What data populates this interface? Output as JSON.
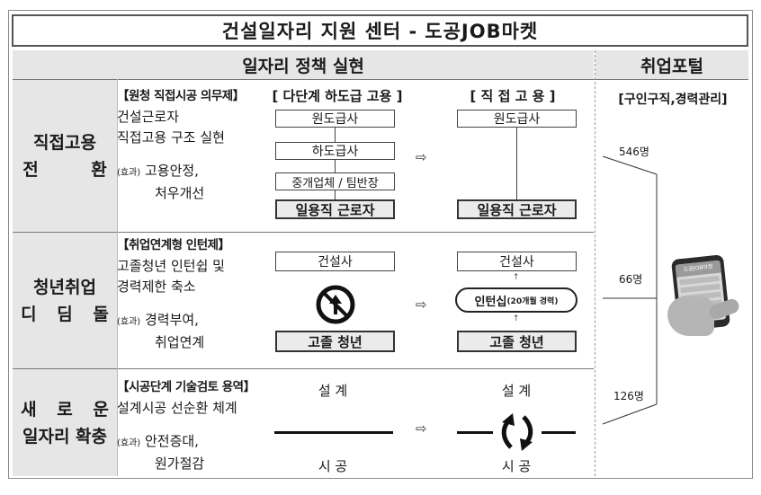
{
  "title": {
    "main": "건설일자리 지원 센터 -",
    "brand_prefix": "도공",
    "brand_job": "JOB",
    "brand_suffix": "마켓"
  },
  "headers": {
    "policy": "일자리 정책 실현",
    "portal": "취업포털"
  },
  "rows": [
    {
      "label_lines": [
        "직접고용",
        "전  환"
      ],
      "lead": "【원청 직접시공 의무제】",
      "desc_lines": [
        "건설근로자",
        "직접고용 구조 실현"
      ],
      "effect_tag": "(효과)",
      "effect_lines": [
        "고용안정,",
        "처우개선"
      ]
    },
    {
      "label_lines": [
        "청년취업",
        "디 딤 돌"
      ],
      "lead": "【취업연계형 인턴제】",
      "desc_lines": [
        "고졸청년 인턴쉽 및",
        "경력제한 축소"
      ],
      "effect_tag": "(효과)",
      "effect_lines": [
        "경력부여,",
        "취업연계"
      ]
    },
    {
      "label_lines": [
        "새 로 운",
        "일자리 확충"
      ],
      "lead": "【시공단계 기술검토 용역】",
      "desc_lines": [
        "설계시공 선순환 체계"
      ],
      "effect_tag": "(효과)",
      "effect_lines": [
        "안전증대,",
        "원가절감"
      ]
    }
  ],
  "row1": {
    "left_header": "[ 다단계 하도급 고용 ]",
    "right_header": "[ 직 접 고 용 ]",
    "left_boxes": [
      "원도급사",
      "하도급사",
      "중개업체 / 팀반장"
    ],
    "left_bottom": "일용직 근로자",
    "right_top": "원도급사",
    "right_bottom": "일용직 근로자"
  },
  "row2": {
    "left_top": "건설사",
    "left_bottom": "고졸 청년",
    "right_top": "건설사",
    "intern_main": "인턴십",
    "intern_sub": "(20개월 경력)",
    "right_bottom": "고졸 청년"
  },
  "row3": {
    "left_top": "설 계",
    "left_bottom": "시 공",
    "right_top": "설 계",
    "right_bottom": "시 공"
  },
  "arrow_glyph": "⇨",
  "up_glyph": "↑",
  "portal": {
    "header": "[구인구직,경력관리]",
    "counts": [
      "546명",
      "66명",
      "126명"
    ],
    "phone_title": "도공JOB마켓"
  }
}
